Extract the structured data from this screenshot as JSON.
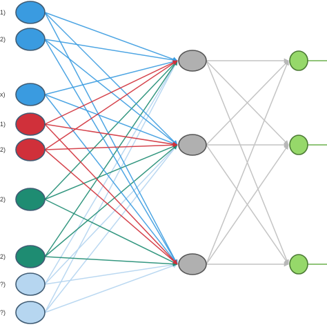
{
  "colors": {
    "blue": "#3a9be0",
    "red": "#d0303a",
    "teal": "#1e8c72",
    "light_blue": "#b6d6f0",
    "gray": "#b0b0b0",
    "green": "#96d86a",
    "node_stroke": "#3f5b73",
    "gray_edge": "#c4c4c4",
    "output_line": "#6ab04c"
  },
  "input_nodes": [
    {
      "label": "1)",
      "group": "blue"
    },
    {
      "label": "2)",
      "group": "blue"
    },
    {
      "label": "x)",
      "group": "blue"
    },
    {
      "label": "1)",
      "group": "red"
    },
    {
      "label": "2)",
      "group": "red"
    },
    {
      "label": "2)",
      "group": "teal"
    },
    {
      "label": "2)",
      "group": "teal"
    },
    {
      "label": "?)",
      "group": "light_blue"
    },
    {
      "label": "?)",
      "group": "light_blue"
    }
  ],
  "hidden_nodes": [
    {
      "group": "gray"
    },
    {
      "group": "gray"
    },
    {
      "group": "gray"
    }
  ],
  "output_nodes": [
    {
      "group": "green"
    },
    {
      "group": "green"
    },
    {
      "group": "green"
    }
  ]
}
